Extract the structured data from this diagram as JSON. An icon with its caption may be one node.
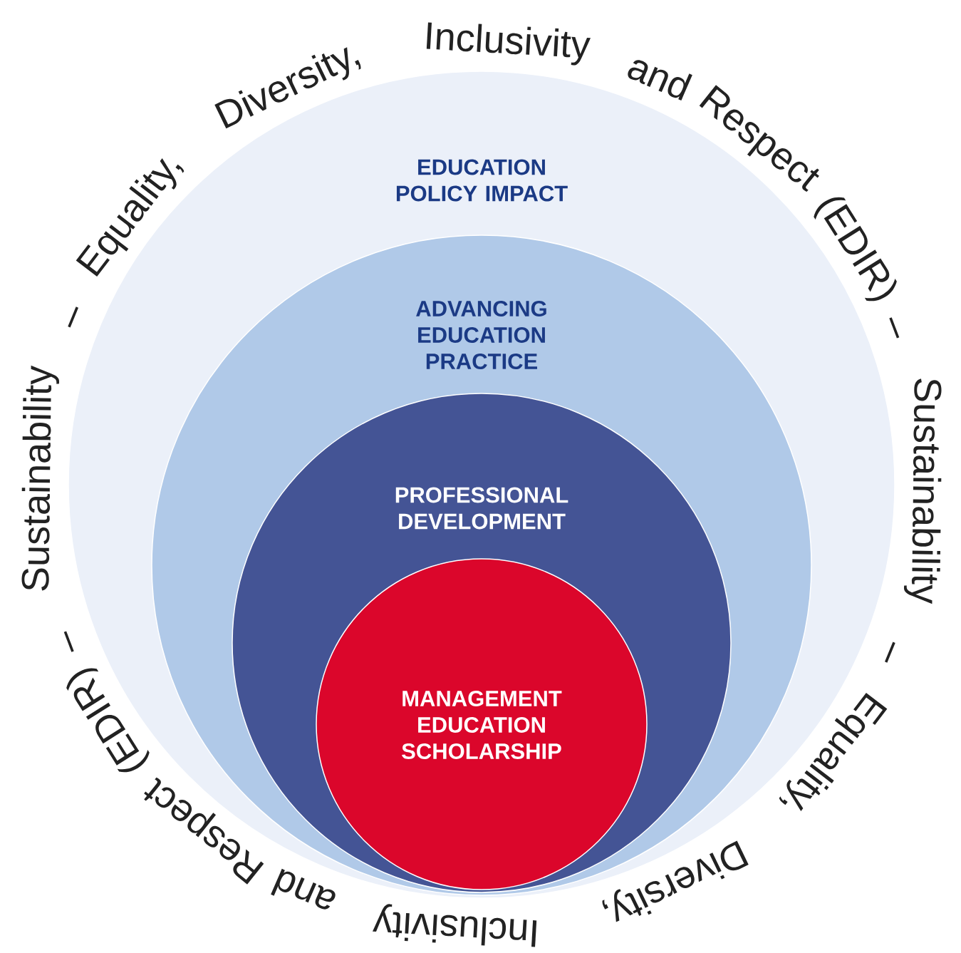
{
  "diagram": {
    "nodes": [
      {
        "text": [
          "EDUCATION POLICY IMPACT"
        ]
      },
      {
        "text": [
          "ADVANCING EDUCATION PRACTICE"
        ],
        "in": 0
      },
      {
        "text": [
          "PROFESSIONAL DEVELOPMENT"
        ],
        "in": 1
      },
      {
        "text": [
          "MANAGEMENT EDUCATION SCHOLARSHIP"
        ],
        "in": 2
      }
    ],
    "labels": [
      "Sustainability",
      "–",
      "Equality,",
      "Diversity,",
      "Inclusivity",
      "and",
      "Respect",
      "(EDIR)",
      "–",
      "Sustainability",
      "–",
      "Equality,",
      "Diversity,",
      "Inclusivity",
      "and",
      "Respect",
      "(EDIR)",
      "–"
    ]
  }
}
